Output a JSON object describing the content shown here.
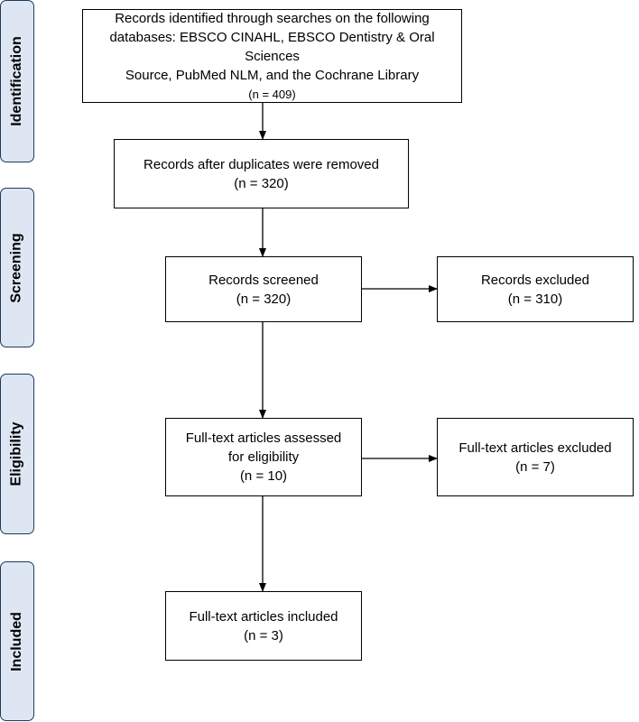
{
  "stages": {
    "identification": "Identification",
    "screening": "Screening",
    "eligibility": "Eligibility",
    "included": "Included"
  },
  "boxes": {
    "identified": {
      "lines": [
        "Records identified through searches on the following",
        "databases: EBSCO CINAHL, EBSCO Dentistry & Oral Sciences",
        "Source, PubMed NLM, and the Cochrane Library"
      ],
      "count": "(n = 409)"
    },
    "dedup": {
      "lines": [
        "Records after duplicates were removed"
      ],
      "count": "(n = 320)"
    },
    "screened": {
      "lines": [
        "Records screened"
      ],
      "count": "(n = 320)"
    },
    "excluded": {
      "lines": [
        "Records excluded"
      ],
      "count": "(n = 310)"
    },
    "assessed": {
      "lines": [
        "Full-text articles assessed",
        "for eligibility"
      ],
      "count": "(n = 10)"
    },
    "ft_excluded": {
      "lines": [
        "Full-text articles excluded"
      ],
      "count": "(n = 7)"
    },
    "included": {
      "lines": [
        "Full-text articles included"
      ],
      "count": "(n = 3)"
    }
  }
}
